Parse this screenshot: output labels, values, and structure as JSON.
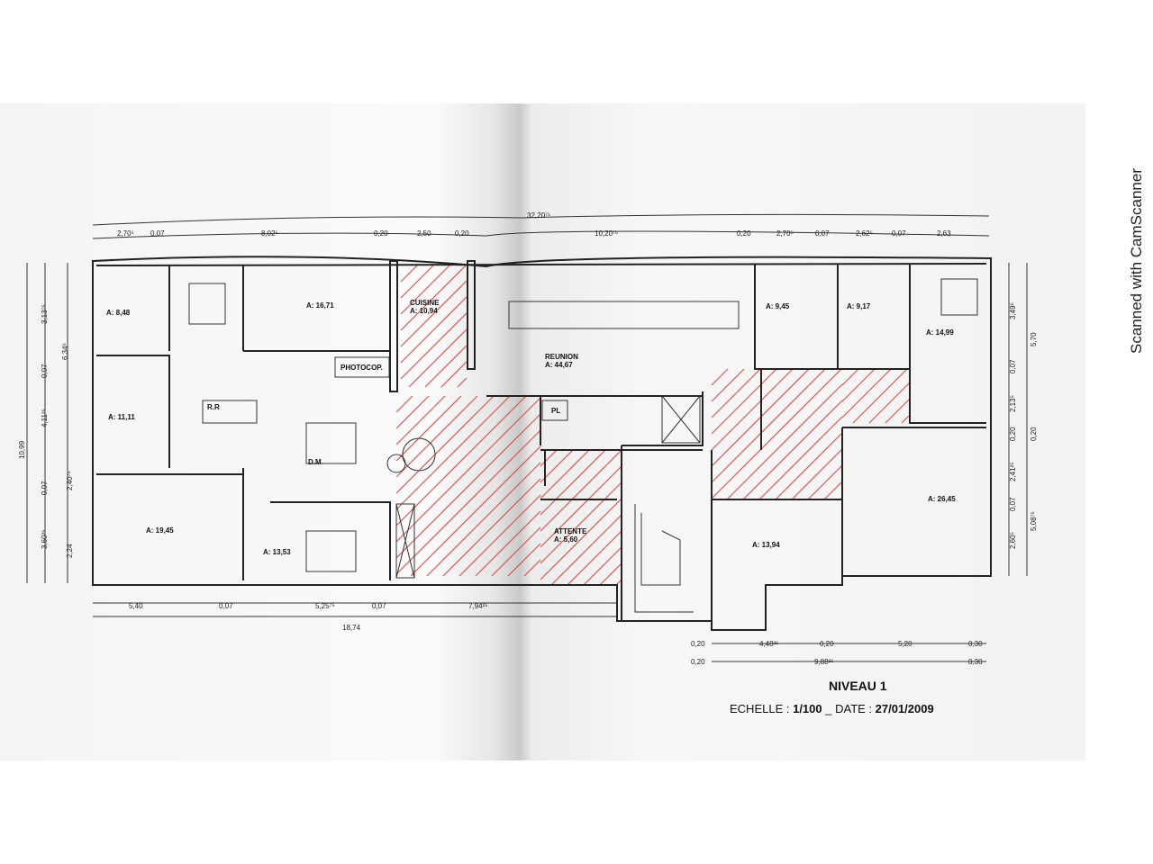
{
  "plan": {
    "title": "NIVEAU 1",
    "scale_label": "ECHELLE : ",
    "scale": "1/100",
    "date_label": " _ DATE : ",
    "date": "27/01/2009",
    "hatch_color": "#d23b3b"
  },
  "rooms": [
    {
      "name": "",
      "area": "A: 8,48"
    },
    {
      "name": "",
      "area": "A: 16,71"
    },
    {
      "name": "CUISINE",
      "area": "A: 10,94"
    },
    {
      "name": "REUNION",
      "area": "A: 44,67"
    },
    {
      "name": "",
      "area": "A: 9,45"
    },
    {
      "name": "",
      "area": "A: 9,17"
    },
    {
      "name": "",
      "area": "A: 14,99"
    },
    {
      "name": "",
      "area": "A: 11,11"
    },
    {
      "name": "",
      "area": "A: 19,45"
    },
    {
      "name": "",
      "area": "A: 13,53"
    },
    {
      "name": "ATTENTE",
      "area": "A: 5,60"
    },
    {
      "name": "",
      "area": "A: 13,94"
    },
    {
      "name": "",
      "area": "A: 26,45"
    }
  ],
  "labels": {
    "photocop": "PHOTOCOP.",
    "rr": "R.R",
    "dm": "D.M",
    "pl": "PL"
  },
  "dimensions": {
    "top_total": "32,20⁷⁵",
    "top": [
      "2,70⁵",
      "0,07",
      "8,02⁵",
      "0,20",
      "2,50",
      "0,20",
      "10,20⁷⁵",
      "0,20",
      "2,70⁵",
      "0,07",
      "2,62⁵",
      "0,07",
      "2,63"
    ],
    "bottom_left": [
      "5,40",
      "0,07",
      "5,25⁷⁵",
      "0,07",
      "7,94²⁵"
    ],
    "bottom_left_total": "18,74",
    "bottom_right": [
      "0,20",
      "4,48²⁵",
      "0,20",
      "5,20",
      "0,30"
    ],
    "bottom_right_total": [
      "0,20",
      "9,88²⁵",
      "0,30"
    ],
    "left": [
      "10,99",
      "3,13⁷⁵",
      "0,07",
      "6,34⁵",
      "4,11²⁵",
      "0,07",
      "2,40⁷⁵",
      "3,60²⁵",
      "2,24"
    ],
    "right": [
      "3,49⁵",
      "5,70",
      "0,07",
      "2,13⁵",
      "0,20",
      "0,20",
      "2,41²⁵",
      "0,07",
      "2,60⁵",
      "5,08⁷⁵"
    ]
  },
  "watermark": "Scanned with CamScanner"
}
